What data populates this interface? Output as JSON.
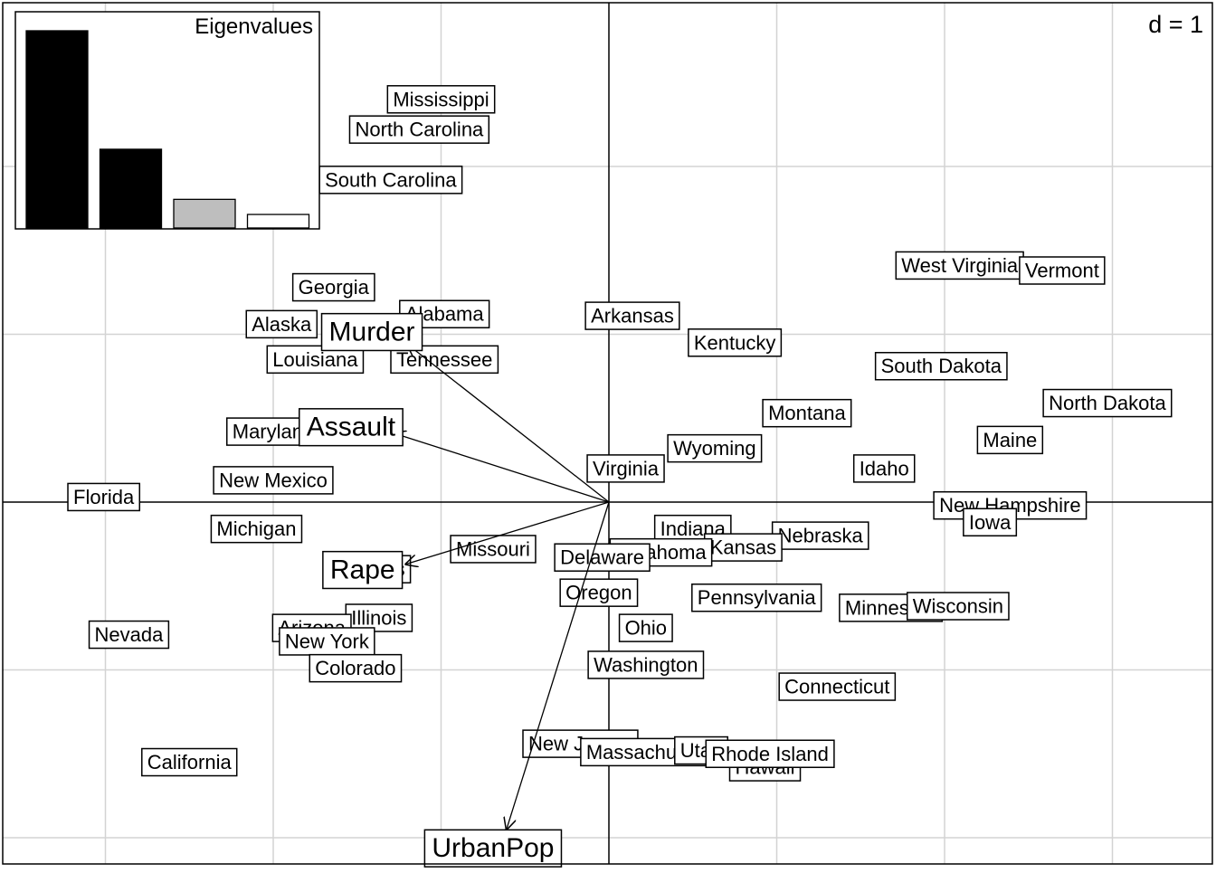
{
  "chart_data": {
    "type": "scatter",
    "title": "",
    "xlabel": "",
    "ylabel": "",
    "scale_label": "d = 1",
    "xlim": [
      -3.6,
      3.6
    ],
    "ylim": [
      -2.2,
      3.0
    ],
    "grid": true,
    "x_gridlines": [
      -3,
      -2,
      -1,
      0,
      1,
      2,
      3
    ],
    "y_gridlines": [
      -2,
      -1,
      0,
      1,
      2
    ],
    "states": [
      {
        "name": "Mississippi",
        "x": -1.0,
        "y": 2.4
      },
      {
        "name": "North Carolina",
        "x": -1.13,
        "y": 2.22
      },
      {
        "name": "South Carolina",
        "x": -1.3,
        "y": 1.92
      },
      {
        "name": "West Virginia",
        "x": 2.09,
        "y": 1.41
      },
      {
        "name": "Vermont",
        "x": 2.7,
        "y": 1.38
      },
      {
        "name": "Georgia",
        "x": -1.64,
        "y": 1.28
      },
      {
        "name": "Alaska",
        "x": -1.95,
        "y": 1.06
      },
      {
        "name": "Alabama",
        "x": -0.98,
        "y": 1.12
      },
      {
        "name": "Arkansas",
        "x": 0.14,
        "y": 1.11
      },
      {
        "name": "Kentucky",
        "x": 0.75,
        "y": 0.95
      },
      {
        "name": "Tennessee",
        "x": -0.98,
        "y": 0.85
      },
      {
        "name": "Louisiana",
        "x": -1.75,
        "y": 0.85
      },
      {
        "name": "South Dakota",
        "x": 1.98,
        "y": 0.81
      },
      {
        "name": "North Dakota",
        "x": 2.97,
        "y": 0.59
      },
      {
        "name": "Montana",
        "x": 1.18,
        "y": 0.53
      },
      {
        "name": "Maine",
        "x": 2.39,
        "y": 0.37
      },
      {
        "name": "Maryland",
        "x": -2.0,
        "y": 0.42
      },
      {
        "name": "Wyoming",
        "x": 0.63,
        "y": 0.32
      },
      {
        "name": "Idaho",
        "x": 1.64,
        "y": 0.2
      },
      {
        "name": "Virginia",
        "x": 0.1,
        "y": 0.2
      },
      {
        "name": "New Mexico",
        "x": -2.0,
        "y": 0.13
      },
      {
        "name": "Florida",
        "x": -3.01,
        "y": 0.03
      },
      {
        "name": "New Hampshire",
        "x": 2.39,
        "y": -0.02
      },
      {
        "name": "Iowa",
        "x": 2.27,
        "y": -0.12
      },
      {
        "name": "Indiana",
        "x": 0.5,
        "y": -0.16
      },
      {
        "name": "Michigan",
        "x": -2.1,
        "y": -0.16
      },
      {
        "name": "Nebraska",
        "x": 1.26,
        "y": -0.2
      },
      {
        "name": "Kansas",
        "x": 0.8,
        "y": -0.27
      },
      {
        "name": "Missouri",
        "x": -0.69,
        "y": -0.28
      },
      {
        "name": "Oklahoma",
        "x": 0.31,
        "y": -0.3
      },
      {
        "name": "Delaware",
        "x": -0.04,
        "y": -0.33
      },
      {
        "name": "Texas",
        "x": -1.37,
        "y": -0.4
      },
      {
        "name": "Oregon",
        "x": -0.06,
        "y": -0.54
      },
      {
        "name": "Pennsylvania",
        "x": 0.88,
        "y": -0.57
      },
      {
        "name": "Minnesota",
        "x": 1.68,
        "y": -0.63
      },
      {
        "name": "Wisconsin",
        "x": 2.08,
        "y": -0.62
      },
      {
        "name": "Ohio",
        "x": 0.22,
        "y": -0.75
      },
      {
        "name": "Illinois",
        "x": -1.37,
        "y": -0.69
      },
      {
        "name": "Arizona",
        "x": -1.77,
        "y": -0.75
      },
      {
        "name": "Nevada",
        "x": -2.86,
        "y": -0.79
      },
      {
        "name": "New York",
        "x": -1.68,
        "y": -0.83
      },
      {
        "name": "Colorado",
        "x": -1.51,
        "y": -0.99
      },
      {
        "name": "Washington",
        "x": 0.22,
        "y": -0.97
      },
      {
        "name": "Connecticut",
        "x": 1.36,
        "y": -1.1
      },
      {
        "name": "New Jersey",
        "x": -0.17,
        "y": -1.44
      },
      {
        "name": "Massachusetts",
        "x": 0.26,
        "y": -1.49
      },
      {
        "name": "Utah",
        "x": 0.55,
        "y": -1.48
      },
      {
        "name": "Hawaii",
        "x": 0.93,
        "y": -1.58
      },
      {
        "name": "Rhode Island",
        "x": 0.96,
        "y": -1.5
      },
      {
        "name": "California",
        "x": -2.5,
        "y": -1.55
      }
    ],
    "variables": [
      {
        "name": "Murder",
        "x": -1.2,
        "y": 0.94
      },
      {
        "name": "Assault",
        "x": -1.28,
        "y": 0.41
      },
      {
        "name": "Rape",
        "x": -1.21,
        "y": -0.37
      },
      {
        "name": "UrbanPop",
        "x": -0.61,
        "y": -1.95
      }
    ],
    "eigenvalues": {
      "label": "Eigenvalues",
      "values": [
        2.48,
        0.99,
        0.36,
        0.17
      ],
      "fills": [
        "#000000",
        "#000000",
        "#bebebe",
        "#ffffff"
      ]
    }
  },
  "colors": {
    "background": "#ffffff",
    "grid": "#d3d3d3",
    "axis": "#000000",
    "label_border": "#000000"
  }
}
